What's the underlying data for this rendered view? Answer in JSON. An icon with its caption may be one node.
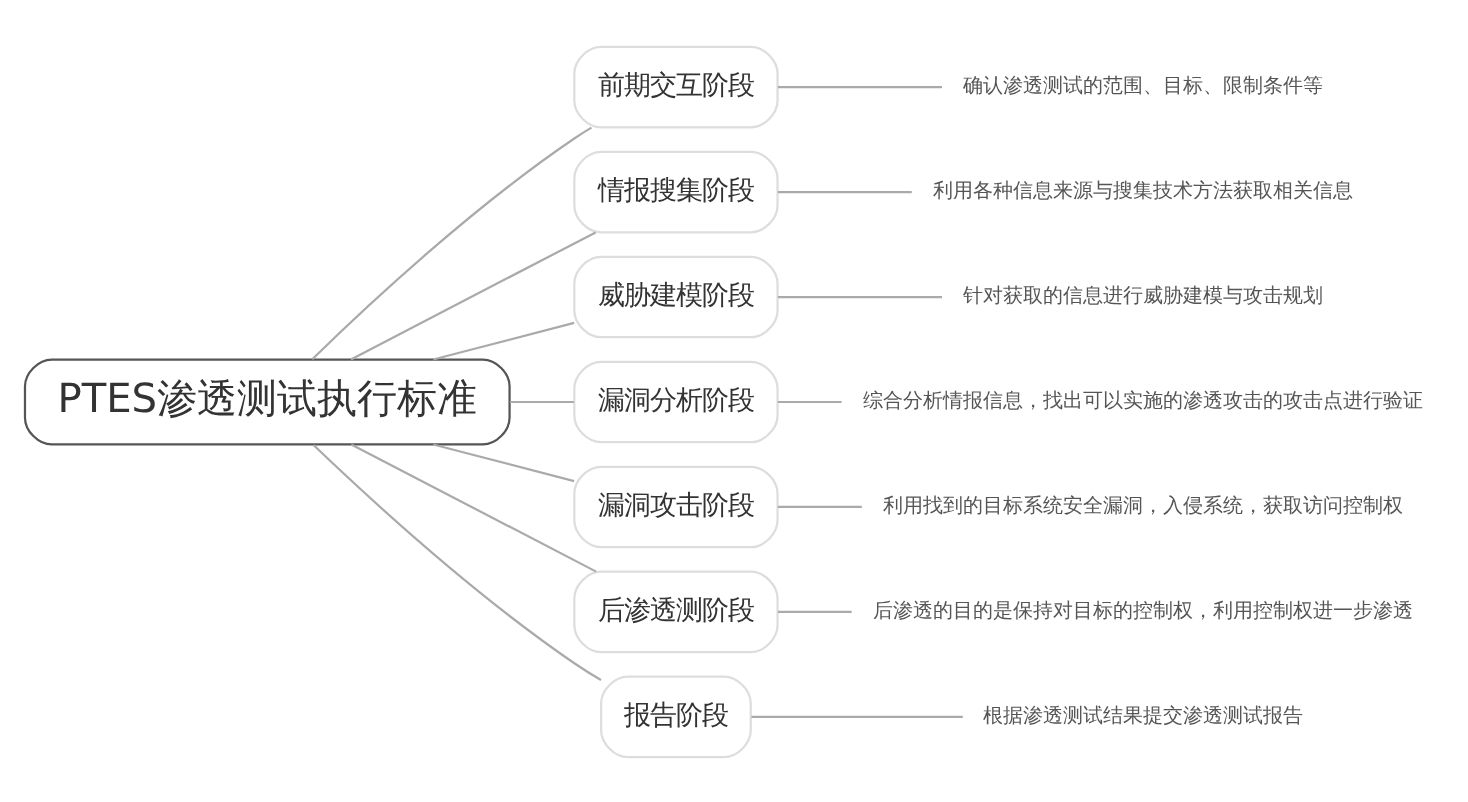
{
  "diagram": {
    "nodes": [
      {
        "text": [
          "PTES渗透测试执行标准"
        ]
      },
      {
        "text": [
          "前期交互阶段"
        ]
      },
      {
        "text": [
          "确认渗透测试的范围、目标、限制条件等"
        ]
      },
      {
        "text": [
          "情报搜集阶段"
        ]
      },
      {
        "text": [
          "利用各种信息来源与搜集技术方法获取相关信息"
        ]
      },
      {
        "text": [
          "威胁建模阶段"
        ]
      },
      {
        "text": [
          "针对获取的信息进行威胁建模与攻击规划"
        ]
      },
      {
        "text": [
          "漏洞分析阶段"
        ]
      },
      {
        "text": [
          "综合分析情报信息，找出可以实施的渗透攻击的攻击点进行验证"
        ]
      },
      {
        "text": [
          "漏洞攻击阶段"
        ]
      },
      {
        "text": [
          "利用找到的目标系统安全漏洞，入侵系统，获取访问控制权"
        ]
      },
      {
        "text": [
          "后渗透测阶段"
        ]
      },
      {
        "text": [
          "后渗透的目的是保持对目标的控制权，利用控制权进一步渗透"
        ]
      },
      {
        "text": [
          "报告阶段"
        ]
      },
      {
        "text": [
          "根据渗透测试结果提交渗透测试报告"
        ]
      }
    ],
    "edges": [
      {
        "from": 0,
        "to": 1,
        "arrow": "none"
      },
      {
        "from": 0,
        "to": 3,
        "arrow": "none"
      },
      {
        "from": 0,
        "to": 5,
        "arrow": "none"
      },
      {
        "from": 0,
        "to": 7,
        "arrow": "none"
      },
      {
        "from": 0,
        "to": 9,
        "arrow": "none"
      },
      {
        "from": 0,
        "to": 11,
        "arrow": "none"
      },
      {
        "from": 0,
        "to": 13,
        "arrow": "none"
      },
      {
        "from": 1,
        "to": 2,
        "arrow": "none"
      },
      {
        "from": 3,
        "to": 4,
        "arrow": "none"
      },
      {
        "from": 5,
        "to": 6,
        "arrow": "none"
      },
      {
        "from": 7,
        "to": 8,
        "arrow": "none"
      },
      {
        "from": 9,
        "to": 10,
        "arrow": "none"
      },
      {
        "from": 11,
        "to": 12,
        "arrow": "none"
      },
      {
        "from": 13,
        "to": 14,
        "arrow": "none"
      }
    ]
  }
}
